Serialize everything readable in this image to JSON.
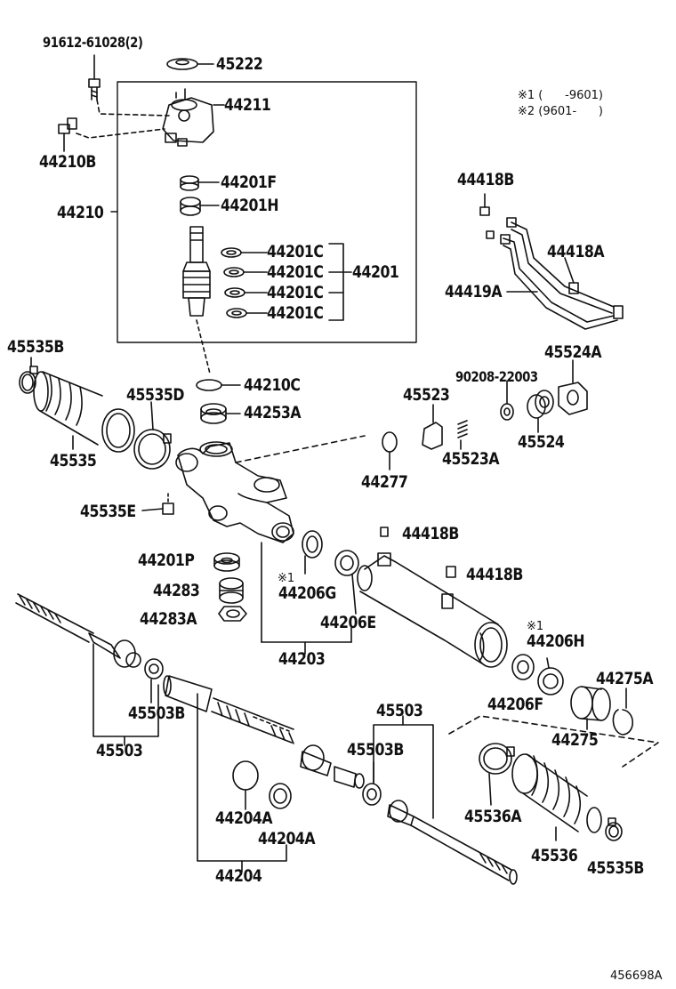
{
  "labels": {
    "p91612": "91612-61028(2)",
    "p45222": "45222",
    "p44211": "44211",
    "p44210B": "44210B",
    "p44201F": "44201F",
    "p44201H": "44201H",
    "p44210": "44210",
    "p44201C_1": "44201C",
    "p44201C_2": "44201C",
    "p44201C_3": "44201C",
    "p44201C_4": "44201C",
    "p44201": "44201",
    "p44418B_top": "44418B",
    "p44418A": "44418A",
    "p44419A": "44419A",
    "p45535B_left": "45535B",
    "p45524A": "45524A",
    "p90208": "90208-22003",
    "p44210C": "44210C",
    "p45535D": "45535D",
    "p45523": "45523",
    "p44253A": "44253A",
    "p45524": "45524",
    "p45535": "45535",
    "p45523A": "45523A",
    "p44277": "44277",
    "p45535E": "45535E",
    "p44418B_mid1": "44418B",
    "p44201P": "44201P",
    "p44418B_mid2": "44418B",
    "p44206G": "44206G",
    "p44283": "44283",
    "p44283A": "44283A",
    "p44206E": "44206E",
    "p44206H": "44206H",
    "p44203": "44203",
    "p44275A": "44275A",
    "p44206F": "44206F",
    "p45503B_left": "45503B",
    "p45503_top": "45503",
    "p44275": "44275",
    "p45503_left": "45503",
    "p45503B_mid": "45503B",
    "p45536A": "45536A",
    "p44204A_1": "44204A",
    "p44204A_2": "44204A",
    "p45536": "45536",
    "p45535B_right": "45535B",
    "p44204": "44204"
  },
  "marks": {
    "m44206G": "※1",
    "m44206H": "※1"
  },
  "notes": {
    "n1": "※1 (      -9601)",
    "n2": "※2 (9601-      )"
  },
  "catalog_number": "456698A"
}
